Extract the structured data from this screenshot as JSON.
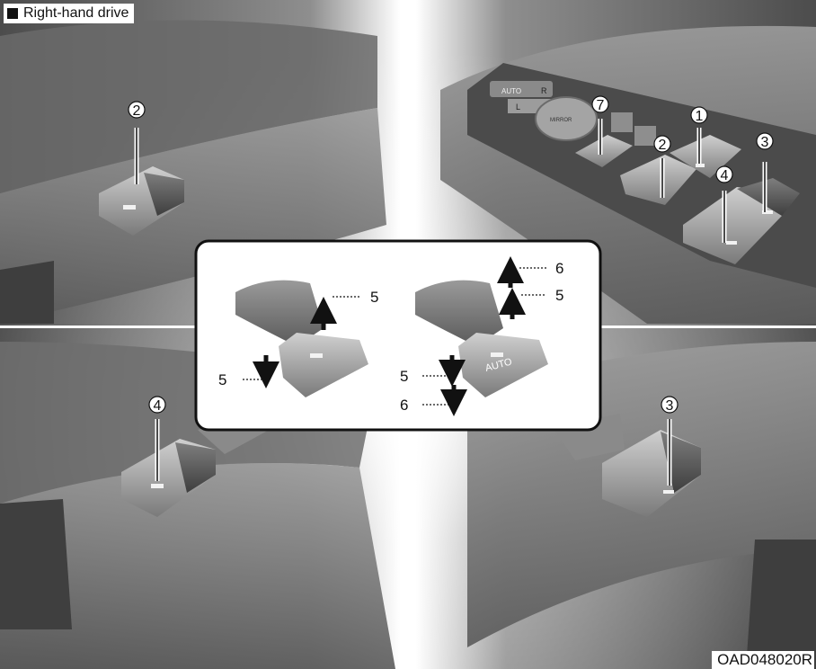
{
  "header": {
    "title": "Right-hand drive"
  },
  "figure_code": "OAD048020R",
  "callouts": {
    "n1": "1",
    "n2": "2",
    "n3": "3",
    "n4": "4",
    "n7": "7"
  },
  "inset": {
    "left_up": "5",
    "left_down": "5",
    "right_up_auto": "6",
    "right_up": "5",
    "right_down": "5",
    "right_down_auto": "6",
    "switch_text": "AUTO"
  },
  "panel_text": {
    "auto": "AUTO",
    "l": "L",
    "r": "R",
    "mirror": "MIRROR"
  },
  "colors": {
    "panel_dark": "#5e5e5e",
    "panel_light": "#c8c8c8",
    "glow": "#ffffff",
    "ink": "#111111"
  }
}
